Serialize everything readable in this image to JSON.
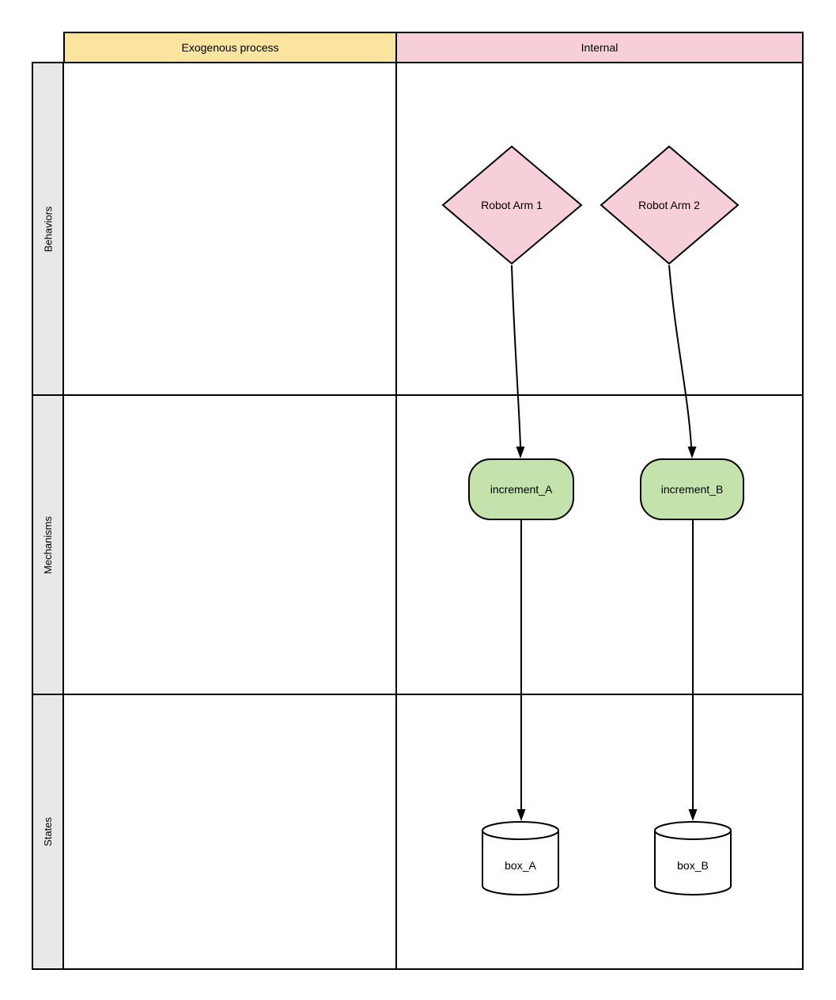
{
  "grid": {
    "column_headers": [
      {
        "id": "exogenous",
        "label": "Exogenous process",
        "color": "#FAE5A0"
      },
      {
        "id": "internal",
        "label": "Internal",
        "color": "#F7CFD8"
      }
    ],
    "row_labels": [
      {
        "id": "behaviors",
        "label": "Behaviors"
      },
      {
        "id": "mechanisms",
        "label": "Mechanisms"
      },
      {
        "id": "states",
        "label": "States"
      }
    ],
    "row_label_bg": "#E8E8E8",
    "border_color": "#000000"
  },
  "nodes": {
    "robot_arm_1": {
      "label": "Robot Arm 1",
      "shape": "diamond",
      "fill": "#F7CFD8",
      "row": "Behaviors",
      "column": "Internal"
    },
    "robot_arm_2": {
      "label": "Robot Arm 2",
      "shape": "diamond",
      "fill": "#F7CFD8",
      "row": "Behaviors",
      "column": "Internal"
    },
    "increment_a": {
      "label": "increment_A",
      "shape": "rounded-rectangle",
      "fill": "#C4E3AC",
      "row": "Mechanisms",
      "column": "Internal"
    },
    "increment_b": {
      "label": "increment_B",
      "shape": "rounded-rectangle",
      "fill": "#C4E3AC",
      "row": "Mechanisms",
      "column": "Internal"
    },
    "box_a": {
      "label": "box_A",
      "shape": "cylinder",
      "fill": "#FFFFFF",
      "row": "States",
      "column": "Internal"
    },
    "box_b": {
      "label": "box_B",
      "shape": "cylinder",
      "fill": "#FFFFFF",
      "row": "States",
      "column": "Internal"
    }
  },
  "edges": [
    {
      "from": "Robot Arm 1",
      "to": "increment_A"
    },
    {
      "from": "Robot Arm 2",
      "to": "increment_B"
    },
    {
      "from": "increment_A",
      "to": "box_A"
    },
    {
      "from": "increment_B",
      "to": "box_B"
    }
  ]
}
